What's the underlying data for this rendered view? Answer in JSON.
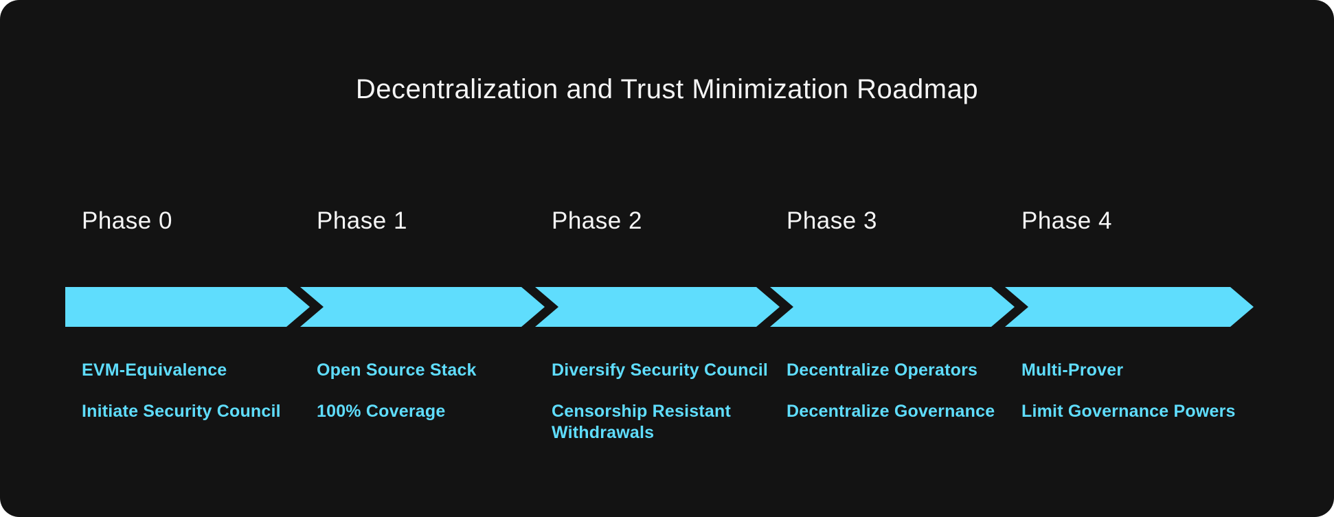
{
  "title": "Decentralization and Trust Minimization Roadmap",
  "colors": {
    "background": "#ffffff",
    "card": "#131313",
    "accent": "#5FDDFD",
    "heading": "#F5F5F5"
  },
  "phases": [
    {
      "label": "Phase 0",
      "items": [
        "EVM-Equivalence",
        "Initiate Security Council"
      ]
    },
    {
      "label": "Phase 1",
      "items": [
        "Open Source Stack",
        "100% Coverage"
      ]
    },
    {
      "label": "Phase 2",
      "items": [
        "Diversify Security Council",
        "Censorship Resistant Withdrawals"
      ]
    },
    {
      "label": "Phase 3",
      "items": [
        "Decentralize Operators",
        "Decentralize Governance"
      ]
    },
    {
      "label": "Phase 4",
      "items": [
        "Multi-Prover",
        "Limit Governance Powers"
      ]
    }
  ]
}
